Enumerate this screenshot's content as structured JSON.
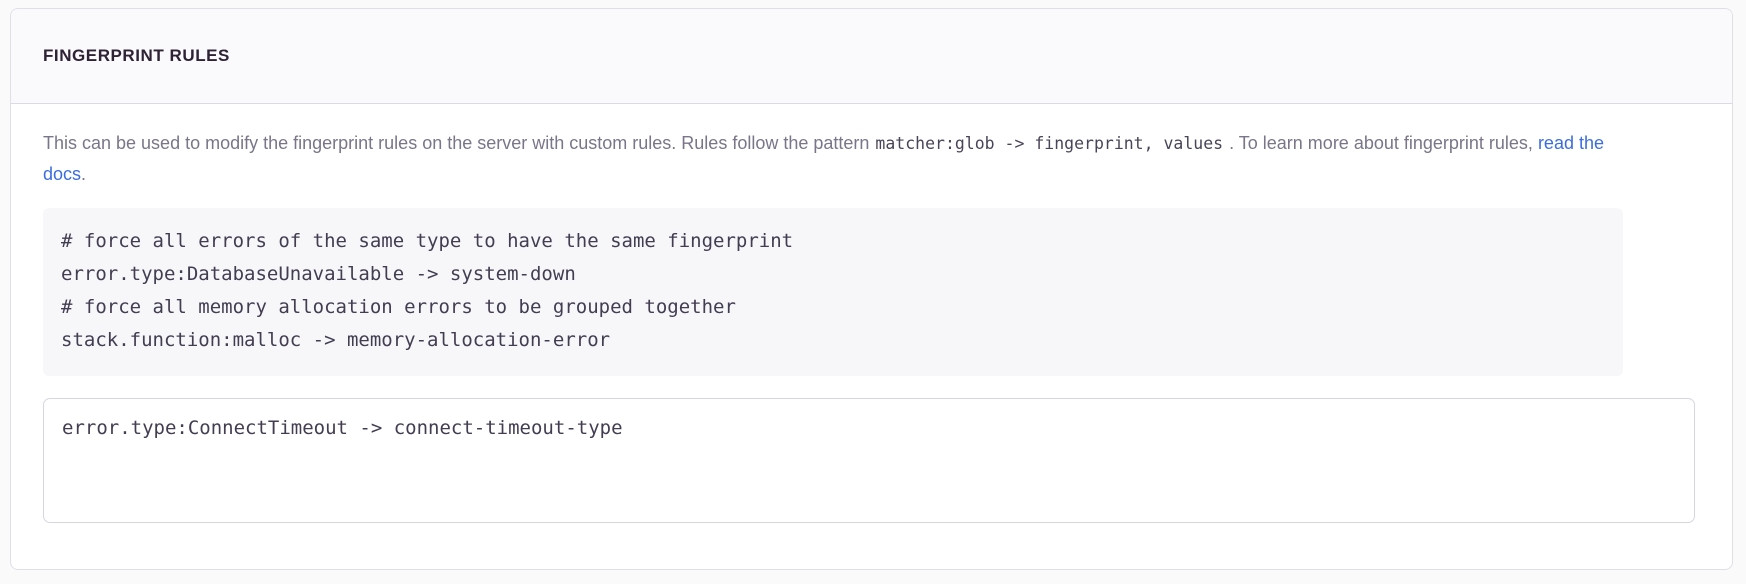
{
  "panel": {
    "title": "FINGERPRINT RULES"
  },
  "description": {
    "part1": "This can be used to modify the fingerprint rules on the server with custom rules. Rules follow the pattern ",
    "code": "matcher:glob -> fingerprint, values",
    "part2": " . To learn more about fingerprint rules, ",
    "link_text": "read the docs",
    "part3": "."
  },
  "example_code": {
    "lines": [
      "# force all errors of the same type to have the same fingerprint",
      "error.type:DatabaseUnavailable -> system-down",
      "# force all memory allocation errors to be grouped together",
      "stack.function:malloc -> memory-allocation-error"
    ]
  },
  "rules_input": {
    "value": "error.type:ConnectTimeout -> connect-timeout-type",
    "placeholder": ""
  },
  "colors": {
    "link": "#3c6ddf",
    "title": "#2e2235",
    "body_text": "#7a7589",
    "code_text": "#433d51",
    "code_bg": "#f7f7f9",
    "panel_border": "#e0dfe6",
    "header_bg": "#faf9fb"
  }
}
